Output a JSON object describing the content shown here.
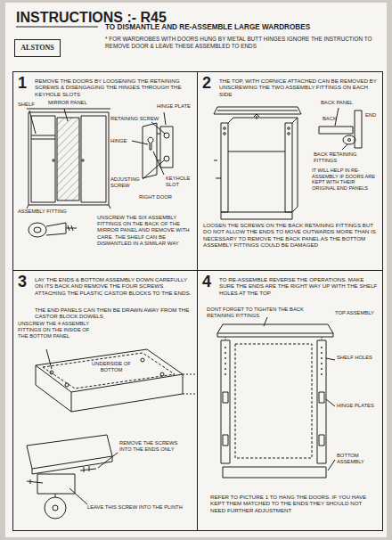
{
  "diagram": {
    "title": "INSTRUCTIONS :- R45",
    "nodes": [
      {
        "text": [
          "ALSTONS"
        ]
      },
      {
        "text": [
          "1",
          "REMOVE THE DOORS BY LOOSENING THE RETAINING SCREWS & DISENGAGING THE HINGES THROUGH THE KEYHOLE SLOTS",
          "UNSCREW THE SIX ASSEMBLY FITTINGS ON THE BACK OF THE MIRROR PANEL AND REMOVE WITH CARE. THE SHELF CAN BE DISMANTLED IN A SIMILAR WAY"
        ]
      },
      {
        "text": [
          "2",
          "THE TOP, WITH CORNICE ATTACHED CAN BE REMOVED BY UNSCREWING THE TWO ASSEMBLY FITTINGS ON EACH SIDE",
          "LOOSEN THE SCREWS ON THE BACK RETAINING FITTINGS BUT DO NOT ALLOW THE ENDS TO MOVE OUTWARDS MORE THAN IS NECESSARY TO REMOVE THE BACK PANEL AS THE BOTTOM ASSEMBLY FITTINGS COULD BE DAMAGED"
        ]
      },
      {
        "text": [
          "3",
          "LAY THE ENDS & BOTTOM ASSEMBLY DOWN CAREFULLY ON ITS BACK AND REMOVE THE FOUR SCREWS ATTACHING THE PLASTIC CASTOR BLOCKS TO THE ENDS.",
          "THE END PANELS CAN THEN BE DRAWN AWAY FROM THE CASTOR BLOCK DOWELS"
        ]
      },
      {
        "text": [
          "4",
          "TO RE-ASSEMBLE REVERSE THE OPERATIONS. MAKE SURE THE ENDS ARE THE RIGHT WAY UP WITH THE SHELF HOLES AT THE TOP",
          "REFER TO PICTURE 1 TO HANG THE DOORS. IF YOU HAVE KEPT THEM MATCHED TO THE ENDS THEY SHOULD NOT NEED FURTHER ADJUSTMENT"
        ]
      }
    ],
    "labels": [
      "TO DISMANTLE AND RE-ASSEMBLE LARGE WARDROBES",
      "* FOR WARDROBES WITH DOORS HUNG BY METAL BUTT HINGES IGNORE THE INSTRUCTION TO REMOVE DOOR & LEAVE THESE ASSEMBLED TO ENDS",
      "SHELF",
      "MIRROR PANEL",
      "HINGE PLATE",
      "RETAINING SCREW",
      "HINGE",
      "KEYHOLE SLOT",
      "ADJUSTING SCREW",
      "RIGHT DOOR",
      "ASSEMBLY FITTING",
      "BACK PANEL",
      "BACK",
      "END",
      "BACK RETAINING FITTINGS",
      "IT WILL HELP IN RE-ASSEMBLY IF DOORS ARE KEPT WITH THEIR ORIGINAL END PANELS",
      "UNSCREW THE 4 ASSEMBLY FITTINGS ON THE INSIDE OF THE BOTTOM PANEL",
      "UNDERSIDE OF BOTTOM",
      "REMOVE THE SCREWS INTO THE ENDS ONLY",
      "LEAVE THIS SCREW INTO THE PLINTH",
      "DONT FORGET TO TIGHTEN THE BACK RETAINING FITTINGS",
      "TOP ASSEMBLY",
      "SHELF HOLES",
      "HINGE PLATES",
      "BOTTOM ASSEMBLY"
    ]
  }
}
